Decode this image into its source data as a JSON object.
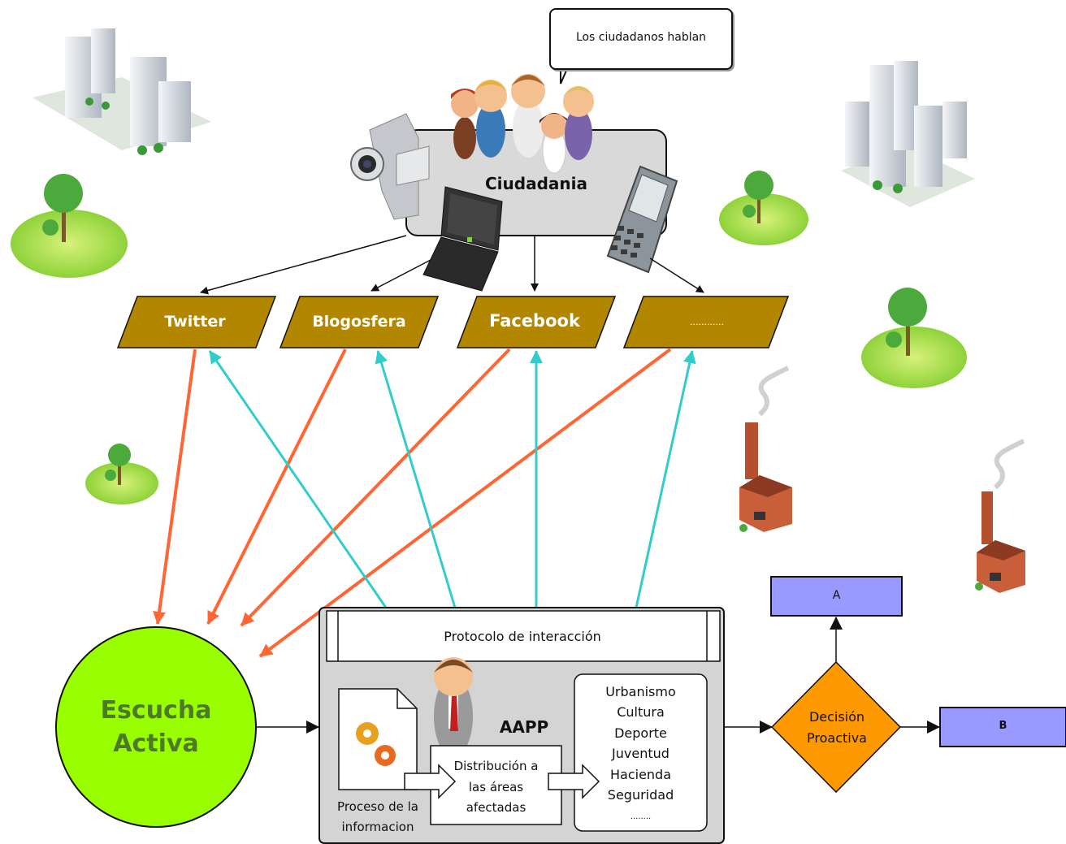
{
  "speech_bubble": {
    "text": "Los ciudadanos hablan"
  },
  "citizens": {
    "label": "Ciudadania"
  },
  "channels": [
    {
      "label": "Twitter"
    },
    {
      "label": "Blogosfera"
    },
    {
      "label": "Facebook"
    },
    {
      "label": "............"
    }
  ],
  "listening": {
    "line1": "Escucha",
    "line2": "Activa"
  },
  "protocol": {
    "title": "Protocolo de interacción"
  },
  "aapp": {
    "label": "AAPP"
  },
  "process": {
    "line1": "Proceso de la",
    "line2": "informacion"
  },
  "distribution": {
    "line1": "Distribución a",
    "line2": "las áreas",
    "line3": "afectadas"
  },
  "areas": [
    "Urbanismo",
    "Cultura",
    "Deporte",
    "Juventud",
    "Hacienda",
    "Seguridad",
    "........"
  ],
  "decision": {
    "line1": "Decisión",
    "line2": "Proactiva"
  },
  "outcomes": {
    "a": "A",
    "b": "B"
  },
  "colors": {
    "channel_fill": "#b38600",
    "listening_fill": "#99ff00",
    "listening_text": "#4d7a2a",
    "decision_fill": "#ff9900",
    "outcome_fill": "#9999ff",
    "orange_arrow": "#ff6633",
    "cyan_arrow": "#33cccc",
    "panel_fill": "#d4d4d4",
    "citizen_panel_fill": "#d9d9d9"
  },
  "icons": [
    "office-buildings-icon",
    "tree-park-icon",
    "factory-icon",
    "video-camera-icon",
    "laptop-icon",
    "mobile-phone-icon",
    "citizens-group-icon",
    "businessman-icon",
    "gears-document-icon"
  ]
}
